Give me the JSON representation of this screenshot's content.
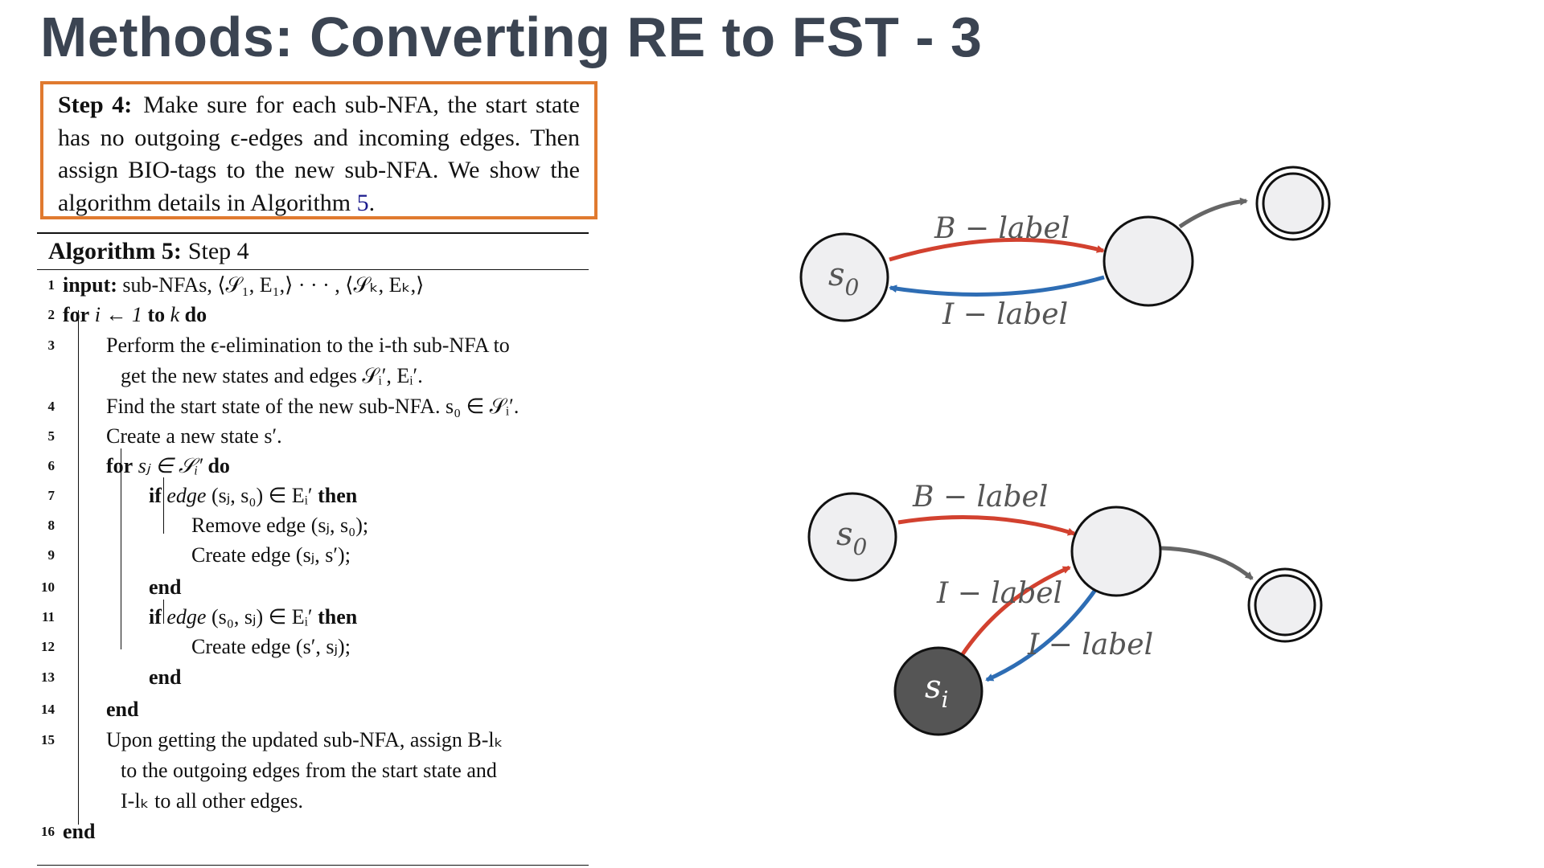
{
  "title": "Methods: Converting RE to FST - 3",
  "step_box": {
    "heading": "Step 4:",
    "line1": "Make sure for each sub-NFA, the start",
    "line2": "state has no outgoing ϵ-edges and incoming edges.",
    "line3": "Then assign BIO-tags to the new sub-NFA. We",
    "line4": "show the algorithm details in Algorithm",
    "ref": "5",
    "end": "."
  },
  "algorithm": {
    "label": "Algorithm 5:",
    "name": "Step 4",
    "lines": [
      {
        "num": "1",
        "kw": "input:",
        "text": "sub-NFAs, ⟨𝒮₁, E₁,⟩ · · · , ⟨𝒮ₖ, Eₖ,⟩"
      },
      {
        "num": "2",
        "kw": "for",
        "text": "i ← 1",
        "kw2": "to",
        "text2": "k",
        "kw3": "do"
      },
      {
        "num": "3",
        "text": "Perform the ϵ-elimination to the i-th sub-NFA to",
        "cont": "get the new states and edges 𝒮ᵢ′, Eᵢ′."
      },
      {
        "num": "4",
        "text": "Find the start state of the new sub-NFA. s₀ ∈ 𝒮ᵢ′."
      },
      {
        "num": "5",
        "text": "Create a new state s′."
      },
      {
        "num": "6",
        "kw": "for",
        "text": "sⱼ ∈ 𝒮ᵢ′",
        "kw2": "do"
      },
      {
        "num": "7",
        "kw": "if",
        "em": "edge",
        "text": "(sⱼ, s₀) ∈ Eᵢ′",
        "kw2": "then"
      },
      {
        "num": "8",
        "text": "Remove edge (sⱼ, s₀);"
      },
      {
        "num": "9",
        "text": "Create edge (sⱼ, s′);"
      },
      {
        "num": "10",
        "kw": "end"
      },
      {
        "num": "11",
        "kw": "if",
        "em": "edge",
        "text": "(s₀, sⱼ) ∈ Eᵢ′",
        "kw2": "then"
      },
      {
        "num": "12",
        "text": "Create edge (s′, sⱼ);"
      },
      {
        "num": "13",
        "kw": "end"
      },
      {
        "num": "14",
        "kw": "end"
      },
      {
        "num": "15",
        "text": "Upon getting the updated sub-NFA, assign B-lₖ",
        "cont": "to the outgoing edges from the start state and",
        "cont2": "I-lₖ to all other edges."
      },
      {
        "num": "16",
        "kw": "end"
      }
    ]
  },
  "diagram_top": {
    "start_state": "s",
    "start_sub": "0",
    "edge_forward": "B − label",
    "edge_back": "I − label"
  },
  "diagram_bottom": {
    "start_state": "s",
    "start_sub": "0",
    "new_state": "s",
    "new_sub": "i",
    "edge_forward": "B − label",
    "edge_in": "I − label",
    "edge_out": "I − label"
  },
  "colors": {
    "title": "#3b4452",
    "box_border": "#e07a2f",
    "edge_red": "#d2412f",
    "edge_blue": "#2e6db4",
    "edge_gray": "#666666",
    "state_fill": "#efeff1",
    "new_state_fill": "#555555"
  }
}
